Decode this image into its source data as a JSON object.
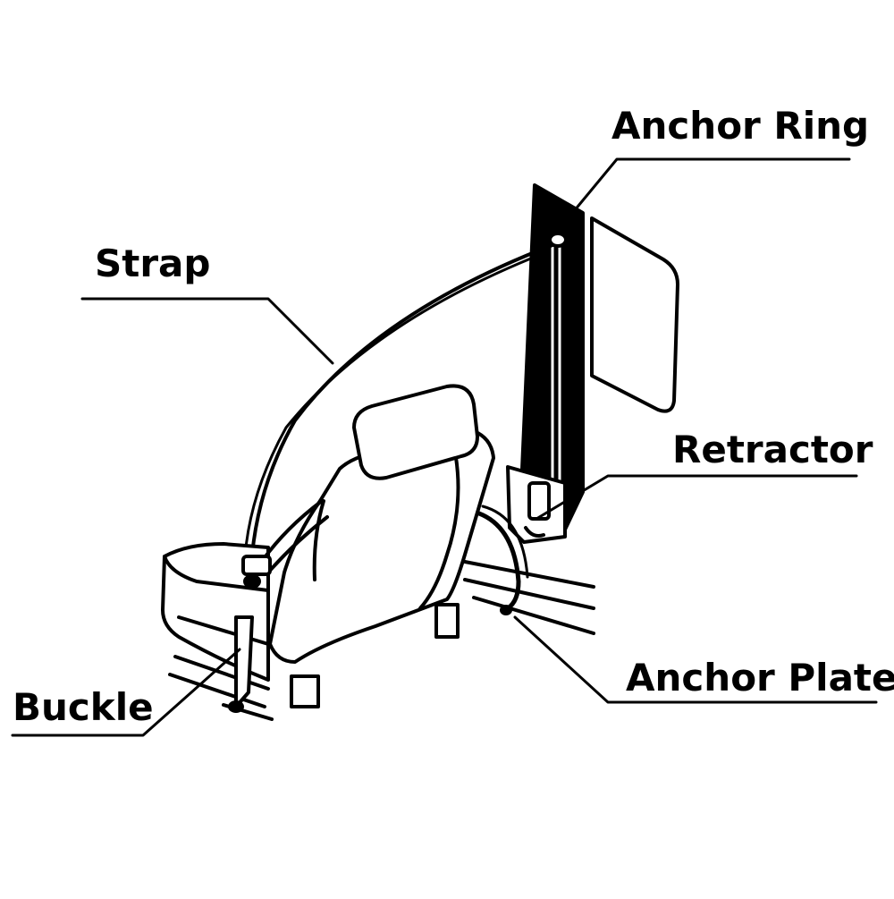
{
  "labels": {
    "anchor_ring": "Anchor Ring",
    "strap": "Strap",
    "retractor": "Retractor",
    "anchor_plate": "Anchor Plate",
    "buckle": "Buckle"
  },
  "colors": {
    "line": "#000000",
    "background": "#ffffff"
  }
}
